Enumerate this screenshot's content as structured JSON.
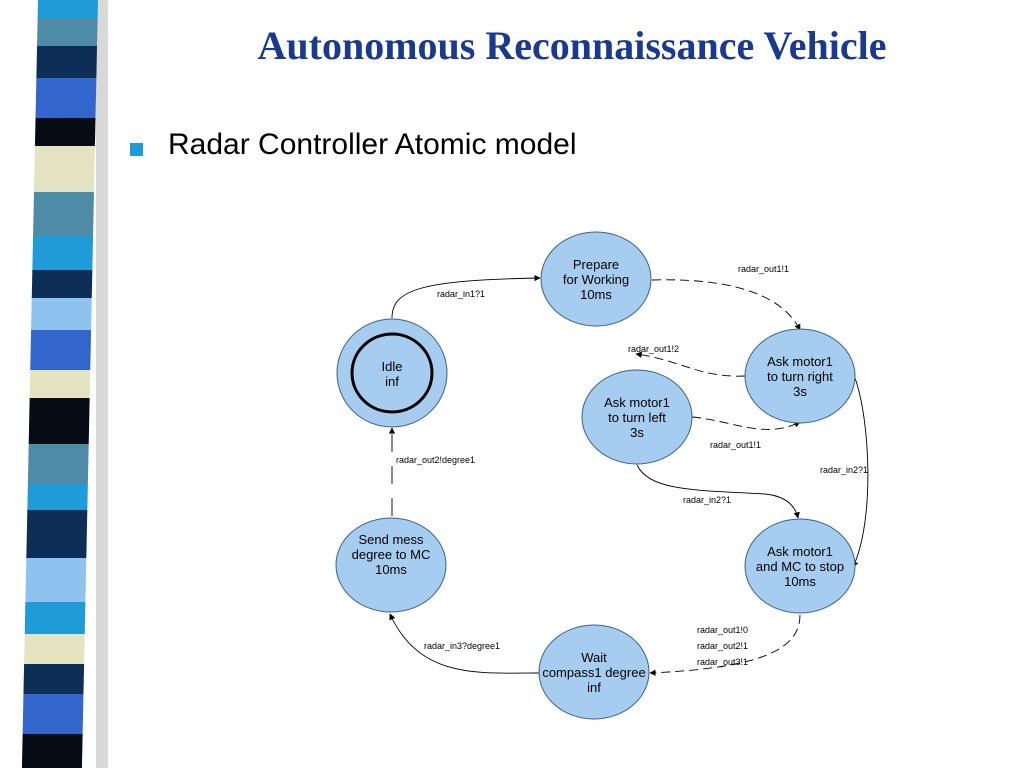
{
  "slide": {
    "title": "Autonomous Reconnaissance Vehicle",
    "bullet": "Radar Controller Atomic model"
  },
  "colors": {
    "title": "#1a3a8f",
    "bullet": "#1f9bd7",
    "node_fill": "#a6cdf0",
    "node_stroke": "#3c5f86"
  },
  "diagram": {
    "nodes": {
      "prepare": [
        "Prepare",
        "for Working",
        "10ms"
      ],
      "idle": [
        "Idle",
        "inf"
      ],
      "ask_right": [
        "Ask motor1",
        "to turn right",
        "3s"
      ],
      "ask_left": [
        "Ask motor1",
        "to turn left",
        "3s"
      ],
      "ask_stop": [
        "Ask motor1",
        "and MC to stop",
        "10ms"
      ],
      "send": [
        "Send mess",
        "degree to MC",
        "10ms"
      ],
      "wait": [
        "Wait",
        "compass1 degree",
        "inf"
      ]
    },
    "edges": {
      "idle_prepare": "radar_in1?1",
      "prepare_right": "radar_out1!1",
      "right_left": "radar_out1!2",
      "left_right": "radar_out1!1",
      "right_stop": "radar_in2?1",
      "left_stop": "radar_in2?1",
      "stop_wait_1": "radar_out1!0",
      "stop_wait_2": "radar_out2!1",
      "stop_wait_3": "radar_out3!1",
      "wait_send": "radar_in3?degree1",
      "send_idle": "radar_out2!degree1"
    }
  }
}
